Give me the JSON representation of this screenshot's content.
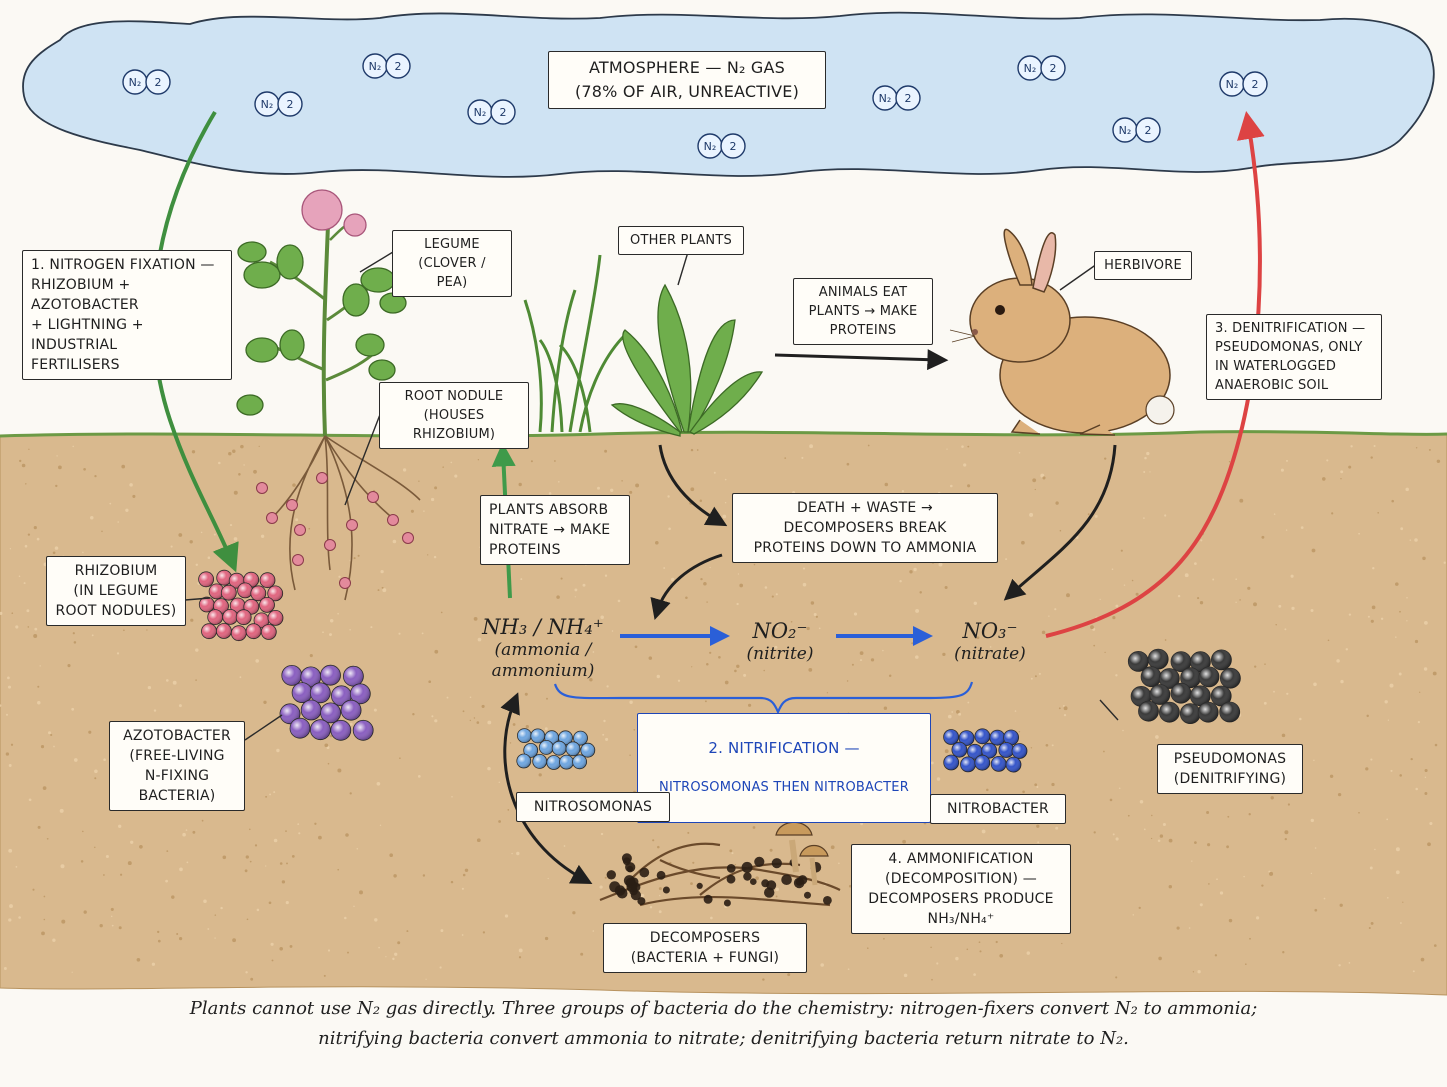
{
  "labels": {
    "atmosphere": "ATMOSPHERE — N₂ GAS\n(78% OF AIR, UNREACTIVE)",
    "fixation": "1. NITROGEN FIXATION —\nRHIZOBIUM + AZOTOBACTER\n+ LIGHTNING + INDUSTRIAL\nFERTILISERS",
    "legume": "LEGUME\n(CLOVER / PEA)",
    "other_plants": "OTHER PLANTS",
    "animals_eat": "ANIMALS EAT\nPLANTS → MAKE\nPROTEINS",
    "herbivore": "HERBIVORE",
    "denitrification": "3. DENITRIFICATION —\nPSEUDOMONAS, ONLY\nIN WATERLOGGED\nANAEROBIC SOIL",
    "root_nodule": "ROOT NODULE\n(HOUSES RHIZOBIUM)",
    "plants_absorb": "PLANTS ABSORB\nNITRATE → MAKE\nPROTEINS",
    "death_waste": "DEATH + WASTE →\nDECOMPOSERS BREAK\nPROTEINS DOWN TO AMMONIA",
    "rhizobium": "RHIZOBIUM\n(IN LEGUME\nROOT NODULES)",
    "azotobacter": "AZOTOBACTER\n(FREE-LIVING\nN-FIXING\nBACTERIA)",
    "nitrification_title": "2. NITRIFICATION —",
    "nitrification_sub": "NITROSOMONAS THEN NITROBACTER",
    "nitrosomonas": "NITROSOMONAS",
    "nitrobacter": "NITROBACTER",
    "pseudomonas": "PSEUDOMONAS\n(DENITRIFYING)",
    "ammonification": "4. AMMONIFICATION\n(DECOMPOSITION) —\nDECOMPOSERS PRODUCE\nNH₃/NH₄⁺",
    "decomposers": "DECOMPOSERS\n(BACTERIA + FUNGI)"
  },
  "chem": {
    "ammonia_formula": "NH₃ / NH₄⁺",
    "ammonia_name": "(ammonia /\nammonium)",
    "nitrite_formula": "NO₂⁻",
    "nitrite_name": "(nitrite)",
    "nitrate_formula": "NO₃⁻",
    "nitrate_name": "(nitrate)"
  },
  "n2_molecule_label": "N₂",
  "n2_atom_label": "2",
  "caption": {
    "line1": "Plants cannot use N₂ gas directly. Three groups of bacteria do the chemistry: nitrogen-fixers convert N₂ to ammonia;",
    "line2": "nitrifying bacteria convert ammonia to nitrate; denitrifying bacteria return nitrate to N₂."
  },
  "colors": {
    "soil": "#d9b98e",
    "sky_cloud": "#cfe3f3",
    "fixation_arrow": "#3f8f3f",
    "denitrification_arrow": "#dd4343",
    "nitrification_arrow": "#2a5fd8",
    "absorb_arrow": "#3f9a4a",
    "rhizobium": "#e0657f",
    "azotobacter": "#8a5fc0",
    "nitrosomonas": "#6fa6e0",
    "nitrobacter": "#3555c9",
    "pseudomonas": "#3a3a3a"
  }
}
